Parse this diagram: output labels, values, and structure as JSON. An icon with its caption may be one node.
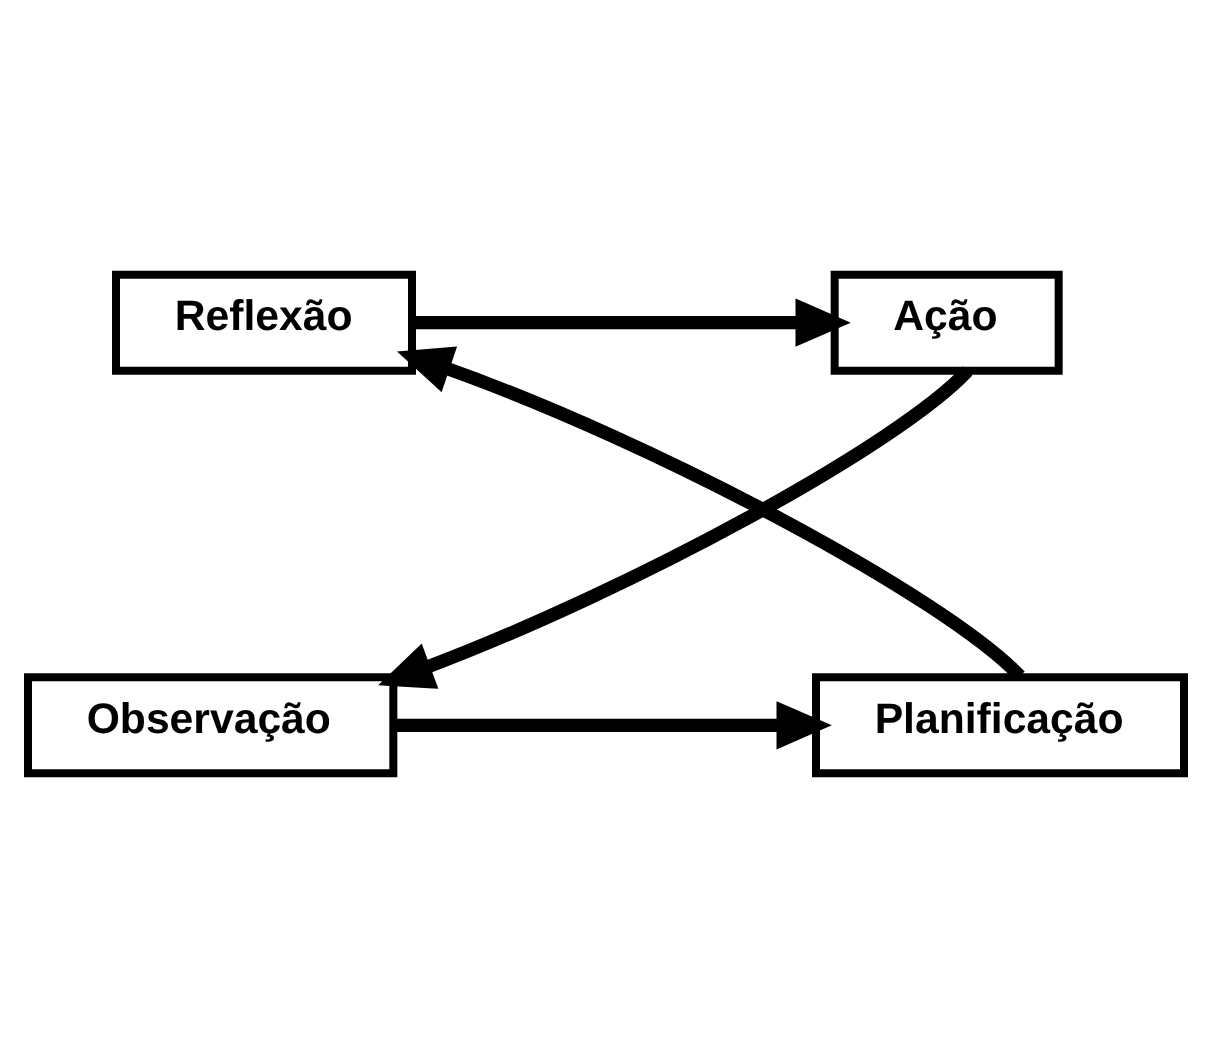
{
  "diagram": {
    "nodes": [
      {
        "text": [
          "Reflexão"
        ]
      },
      {
        "text": [
          "Ação"
        ]
      },
      {
        "text": [
          "Planificação"
        ]
      },
      {
        "text": [
          "Observação"
        ]
      }
    ],
    "edges": [
      {
        "from": 0,
        "to": 1,
        "arrow": "to"
      },
      {
        "from": 1,
        "to": 3,
        "arrow": "to"
      },
      {
        "from": 3,
        "to": 2,
        "arrow": "to"
      },
      {
        "from": 2,
        "to": 0,
        "arrow": "to"
      }
    ]
  }
}
